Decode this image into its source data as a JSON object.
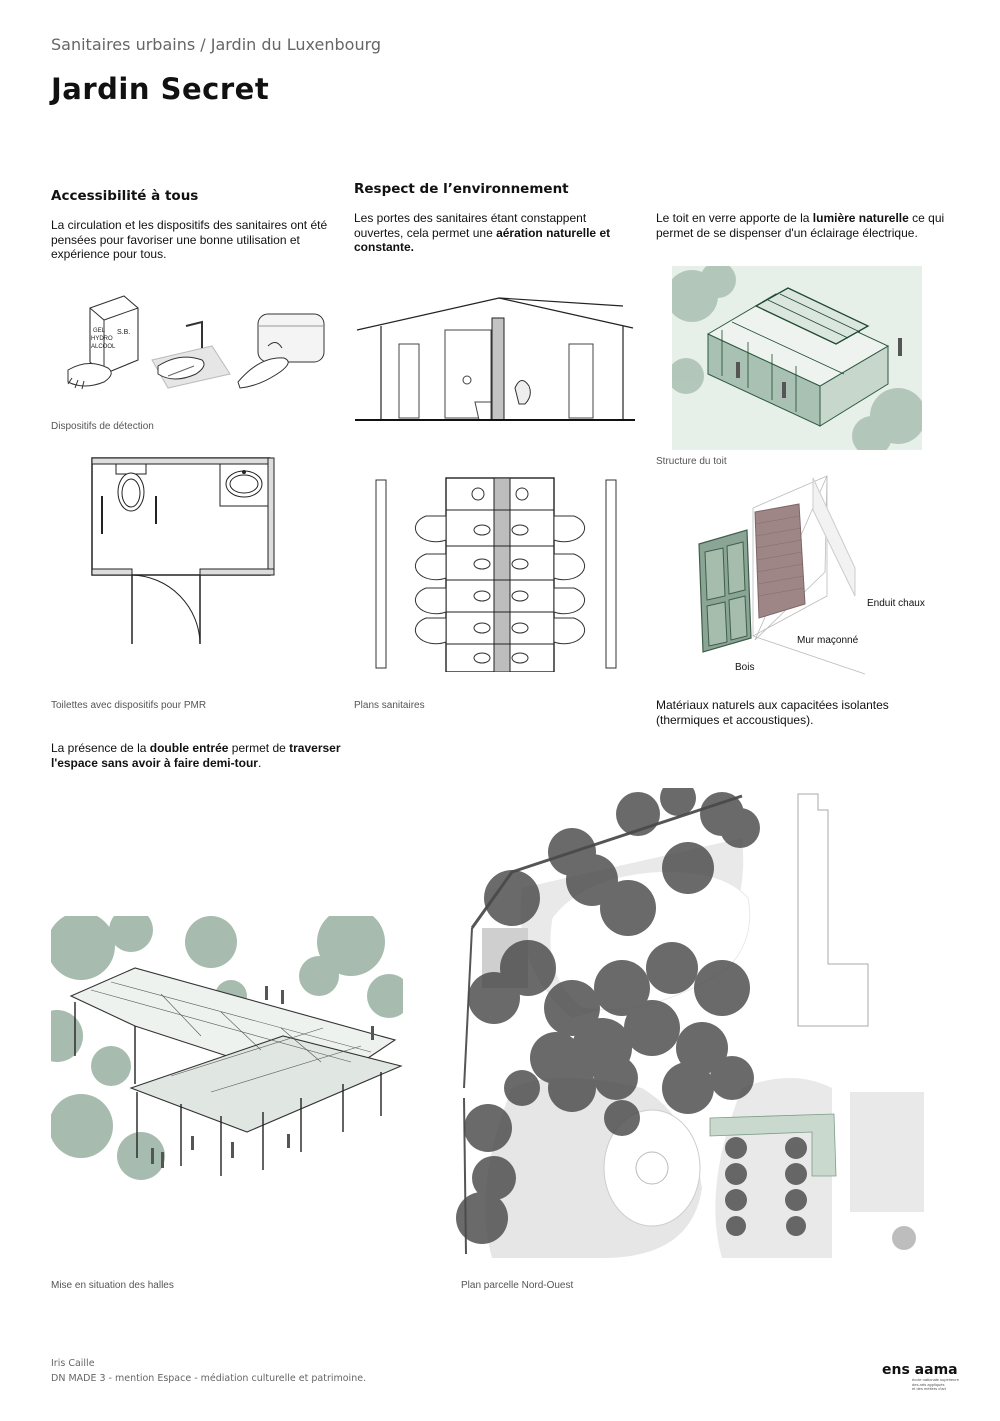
{
  "header": {
    "kicker": "Sanitaires urbains / Jardin du Luxenbourg",
    "title": "Jardin Secret"
  },
  "accessibility": {
    "heading": "Accessibilité à tous",
    "text": "La circulation et les dispositifs des sanitaires ont été pensées pour favoriser une bonne utilisation et expérience pour tous.",
    "caption_detection": "Dispositifs de détection",
    "caption_pmr": "Toilettes avec dispositifs pour PMR",
    "sketch_text": {
      "gel_line1": "GEL",
      "gel_line2": "HYDRO",
      "gel_line3": "ALCOOL",
      "gel_sb": "S.B."
    },
    "double_entry": {
      "t1": "La présence de la ",
      "b1": "double entrée",
      "t2": " permet de ",
      "b2": "traverser l'espace sans avoir à faire demi-tour",
      "t3": "."
    }
  },
  "environment": {
    "heading": "Respect de l’environnement",
    "doors": {
      "t1": "Les portes des sanitaires étant constappent ouvertes, cela permet une ",
      "b1": "aération naturelle et constante."
    },
    "roof": {
      "t1": "Le toit en verre apporte de la ",
      "b1": "lumière naturelle",
      "t2": " ce qui permet de se dispenser d'un éclairage électrique."
    },
    "caption_plans": "Plans sanitaires",
    "caption_roof": "Structure du toit",
    "materials_labels": {
      "lime": "Enduit chaux",
      "masonry": "Mur maçonné",
      "wood": "Bois"
    },
    "materials_text": "Matériaux naturels aux capacitées isolantes (thermiques et accoustiques)."
  },
  "bottom": {
    "caption_halles": "Mise en situation des halles",
    "caption_plan": "Plan parcelle Nord-Ouest"
  },
  "footer": {
    "author": "Iris Caille",
    "program": "DN MADE 3 - mention Espace - médiation culturelle et patrimoine.",
    "logo": "ens aama",
    "logo_sub1": "école nationale supérieure",
    "logo_sub2": "des arts appliqués",
    "logo_sub3": "et des métiers d'art"
  },
  "colors": {
    "sage": "#8aa595",
    "sage_light": "#c9d9cd",
    "brick": "#9e8686",
    "grey": "#dedede"
  }
}
